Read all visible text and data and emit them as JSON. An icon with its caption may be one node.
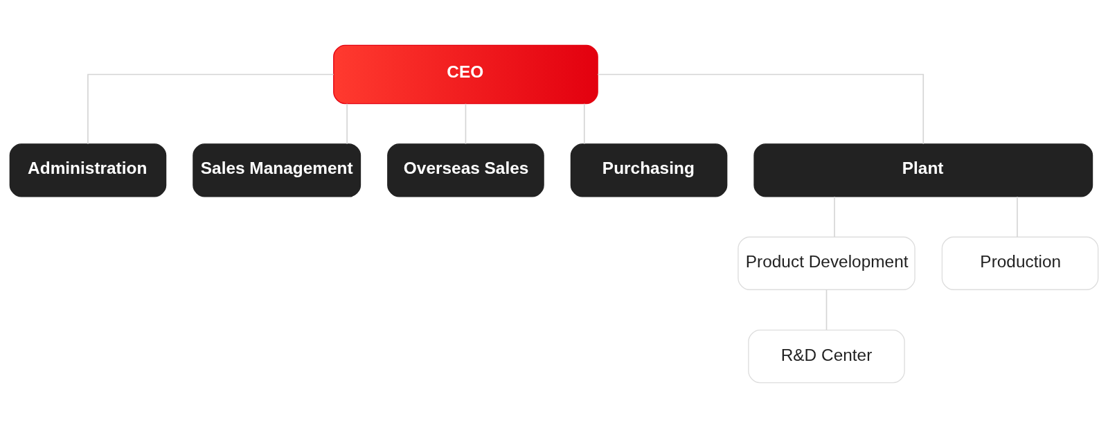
{
  "diagram": {
    "nodes": [
      {
        "text": [
          "CEO"
        ]
      },
      {
        "text": [
          "Administration"
        ]
      },
      {
        "text": [
          "Sales Management"
        ]
      },
      {
        "text": [
          "Overseas Sales"
        ]
      },
      {
        "text": [
          "Purchasing"
        ]
      },
      {
        "text": [
          "Plant"
        ]
      },
      {
        "text": [
          "Product Development"
        ]
      },
      {
        "text": [
          "Production"
        ]
      },
      {
        "text": [
          "R&D Center"
        ]
      }
    ],
    "edges": [
      {
        "from": 0,
        "to": 1,
        "arrow": "none"
      },
      {
        "from": 0,
        "to": 2,
        "arrow": "none"
      },
      {
        "from": 0,
        "to": 3,
        "arrow": "none"
      },
      {
        "from": 0,
        "to": 4,
        "arrow": "none"
      },
      {
        "from": 0,
        "to": 5,
        "arrow": "none"
      },
      {
        "from": 5,
        "to": 6,
        "arrow": "none"
      },
      {
        "from": 5,
        "to": 7,
        "arrow": "none"
      },
      {
        "from": 6,
        "to": 8,
        "arrow": "none"
      }
    ]
  }
}
